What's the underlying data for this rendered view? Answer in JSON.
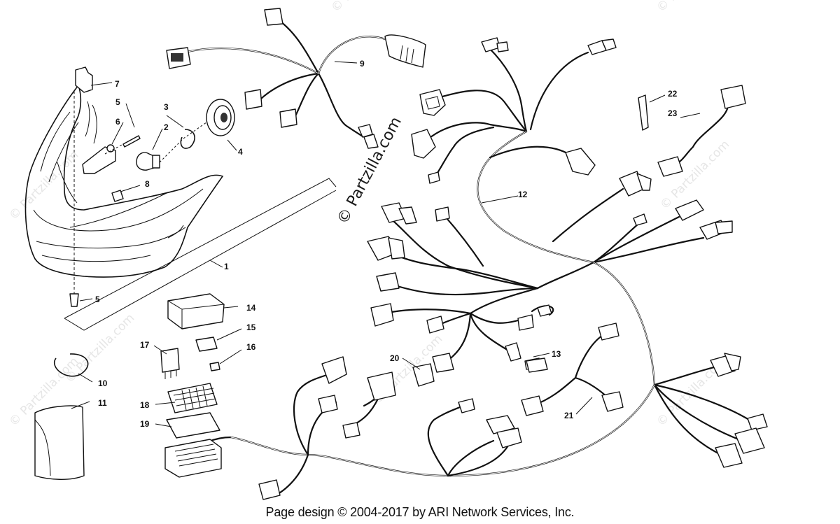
{
  "footer_text": "Page design © 2004-2017 by ARI Network Services, Inc.",
  "watermark_main": "© Partzilla.com",
  "watermark_faint": "© Partzilla.com",
  "labels": [
    "1",
    "2",
    "3",
    "4",
    "5",
    "5",
    "6",
    "7",
    "8",
    "9",
    "10",
    "11",
    "12",
    "13",
    "14",
    "15",
    "16",
    "17",
    "18",
    "19",
    "20",
    "21",
    "22",
    "23"
  ]
}
